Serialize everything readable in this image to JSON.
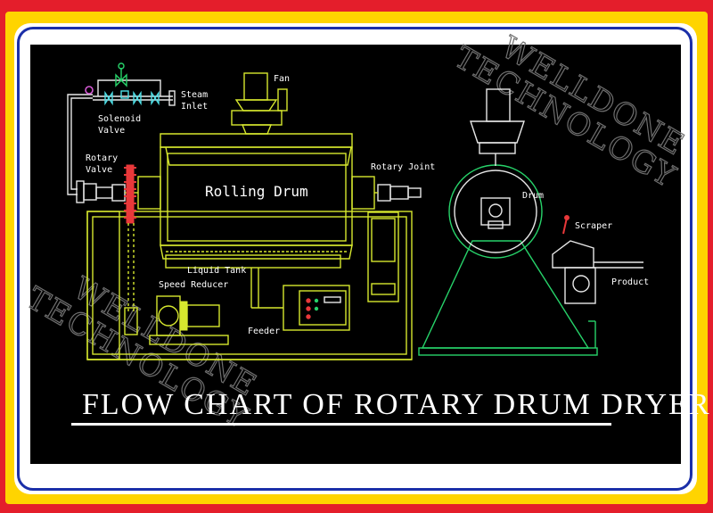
{
  "title": "FLOW CHART OF ROTARY DRUM DRYER",
  "labels": {
    "fan": "Fan",
    "steam": "Steam",
    "inlet": "Inlet",
    "solenoid": "Solenoid",
    "valve_1": "Valve",
    "rotary": "Rotary",
    "valve_2": "Valve",
    "rolling_drum": "Rolling Drum",
    "rotary_joint": "Rotary Joint",
    "drum": "Drum",
    "scraper": "Scraper",
    "product": "Product",
    "liquid_tank": "Liquid Tank",
    "speed_reducer": "Speed Reducer",
    "feeder": "Feeder"
  },
  "watermark": {
    "line1": "WELLDONE",
    "line2": "TECHNOLOGY"
  },
  "colors": {
    "outer_border": "#e41e2b",
    "mid_border": "#ffd400",
    "inner_border": "#1b2fa8",
    "panel": "#000000",
    "drawing_main": "#d7e82e",
    "drawing_white": "#e8e8e8",
    "drawing_green": "#27d36a",
    "drawing_red": "#e8383a"
  }
}
